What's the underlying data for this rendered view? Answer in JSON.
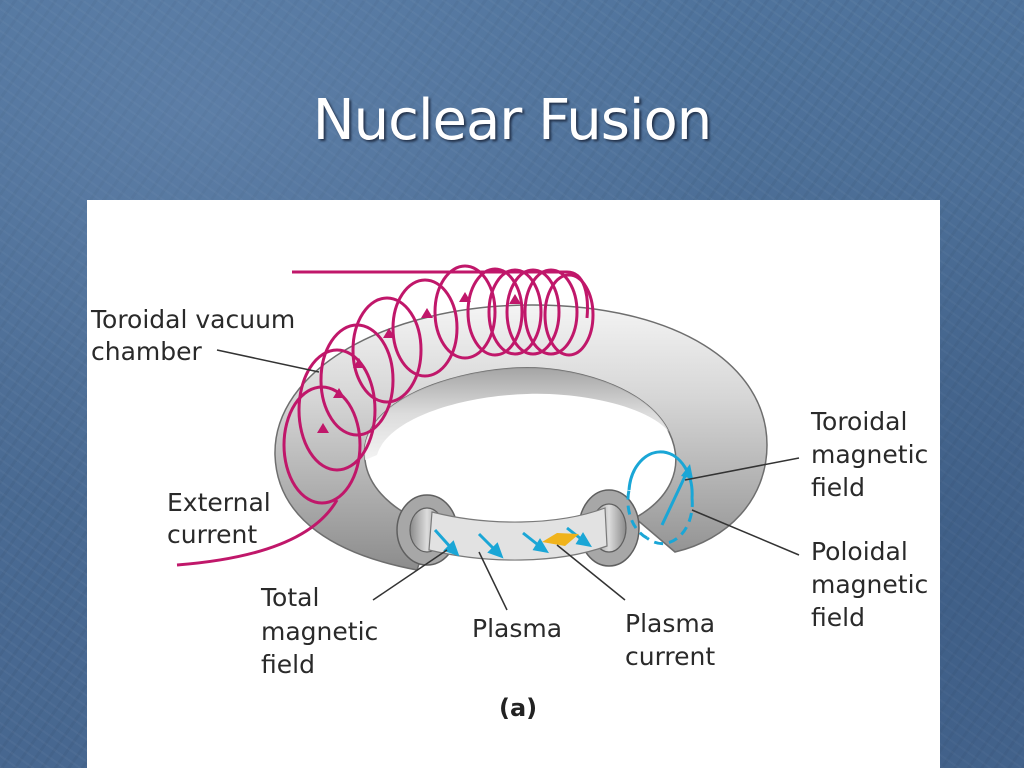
{
  "slide": {
    "title": "Nuclear Fusion"
  },
  "figure": {
    "labels": {
      "toroidal_vacuum_chamber": [
        "Toroidal vacuum",
        "chamber"
      ],
      "external_current": [
        "External",
        "current"
      ],
      "total_magnetic_field": [
        "Total",
        "magnetic",
        "field"
      ],
      "plasma": [
        "Plasma"
      ],
      "plasma_current": [
        "Plasma",
        "current"
      ],
      "toroidal_magnetic_field": [
        "Toroidal",
        "magnetic",
        "field"
      ],
      "poloidal_magnetic_field": [
        "Poloidal",
        "magnetic",
        "field"
      ]
    },
    "caption": "(a)",
    "colors": {
      "coil": "#c0176a",
      "field": "#1aa6d6",
      "plasma_current": "#f0b31c",
      "torus": "#c9c9c9",
      "leader": "#333333"
    }
  }
}
